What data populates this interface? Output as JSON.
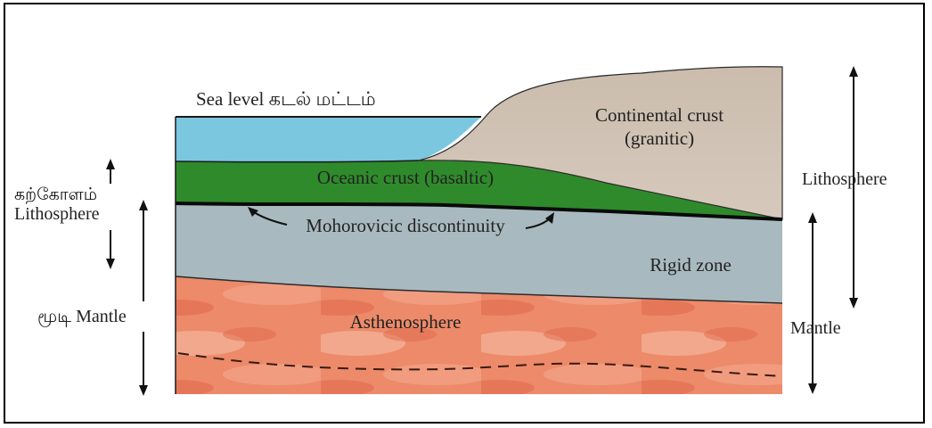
{
  "labels": {
    "sea_level": "Sea level கடல் மட்டம்",
    "continental_crust_line1": "Continental crust",
    "continental_crust_line2": "(granitic)",
    "oceanic_crust": "Oceanic crust (basaltic)",
    "moho": "Mohorovicic discontinuity",
    "rigid_zone": "Rigid zone",
    "asthenosphere": "Asthenosphere",
    "left_lithosphere_tamil": "கற்கோளம்",
    "left_lithosphere": "Lithosphere",
    "left_mantle": "மூடி Mantle",
    "right_lithosphere": "Lithosphere",
    "right_mantle": "Mantle"
  },
  "colors": {
    "sea": "#7cc6e0",
    "continental_crust": "#cdbfb0",
    "oceanic_crust": "#2f8a2b",
    "rigid_zone": "#a8b8bf",
    "asthenosphere": "#e97c5e",
    "asthenosphere_light": "#f3a88a",
    "moho_line": "#0a0a0a"
  }
}
